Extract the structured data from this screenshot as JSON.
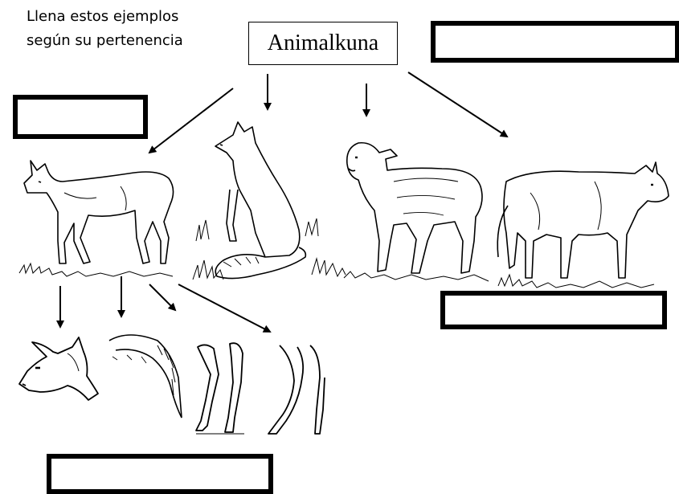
{
  "instructions": {
    "line1": "Llena estos  ejemplos",
    "line2": "según su pertenencia"
  },
  "title": "Animalkuna",
  "illustrations": [
    {
      "name": "deer",
      "icon": "deer-icon"
    },
    {
      "name": "fox",
      "icon": "fox-icon"
    },
    {
      "name": "lamb",
      "icon": "lamb-icon"
    },
    {
      "name": "cow",
      "icon": "cow-icon"
    },
    {
      "name": "deer-head",
      "icon": "deer-head-icon"
    },
    {
      "name": "fur",
      "icon": "fur-icon"
    },
    {
      "name": "leg-joint",
      "icon": "leg-joint-icon"
    },
    {
      "name": "hind-leg",
      "icon": "hind-leg-icon"
    }
  ]
}
